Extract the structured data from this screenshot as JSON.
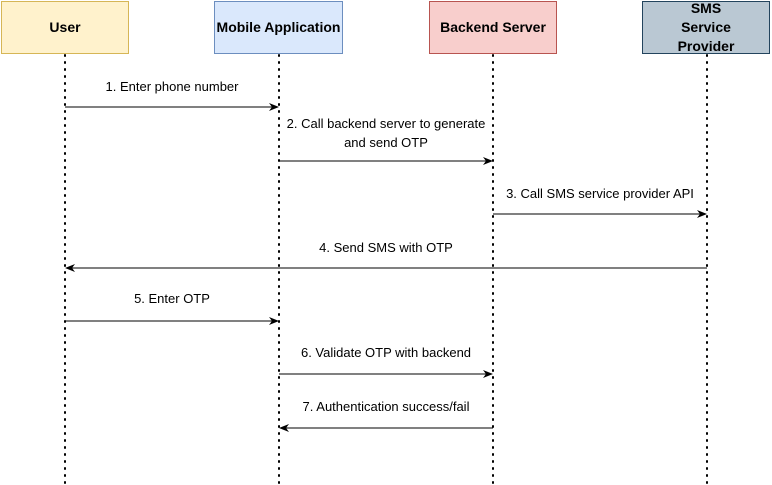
{
  "participants": [
    {
      "id": "user",
      "label": "User",
      "fill": "#fff2cc",
      "stroke": "#d6b656"
    },
    {
      "id": "mobile-application",
      "label": "Mobile Application",
      "fill": "#dae8fc",
      "stroke": "#6c8ebf"
    },
    {
      "id": "backend-server",
      "label": "Backend Server",
      "fill": "#f8cecc",
      "stroke": "#b85450"
    },
    {
      "id": "sms-service-provider",
      "label": "SMS Service Provider",
      "fill": "#bac8d3",
      "stroke": "#23445d"
    }
  ],
  "messages": [
    {
      "from": "user",
      "to": "mobile-application",
      "label": "1. Enter phone number"
    },
    {
      "from": "mobile-application",
      "to": "backend-server",
      "label": "2. Call backend server to generate and send OTP"
    },
    {
      "from": "backend-server",
      "to": "sms-service-provider",
      "label": "3. Call SMS service provider API"
    },
    {
      "from": "sms-service-provider",
      "to": "user",
      "label": "4. Send SMS with OTP"
    },
    {
      "from": "user",
      "to": "mobile-application",
      "label": "5. Enter OTP"
    },
    {
      "from": "mobile-application",
      "to": "backend-server",
      "label": "6. Validate OTP with backend"
    },
    {
      "from": "backend-server",
      "to": "mobile-application",
      "label": "7. Authentication success/fail"
    }
  ]
}
